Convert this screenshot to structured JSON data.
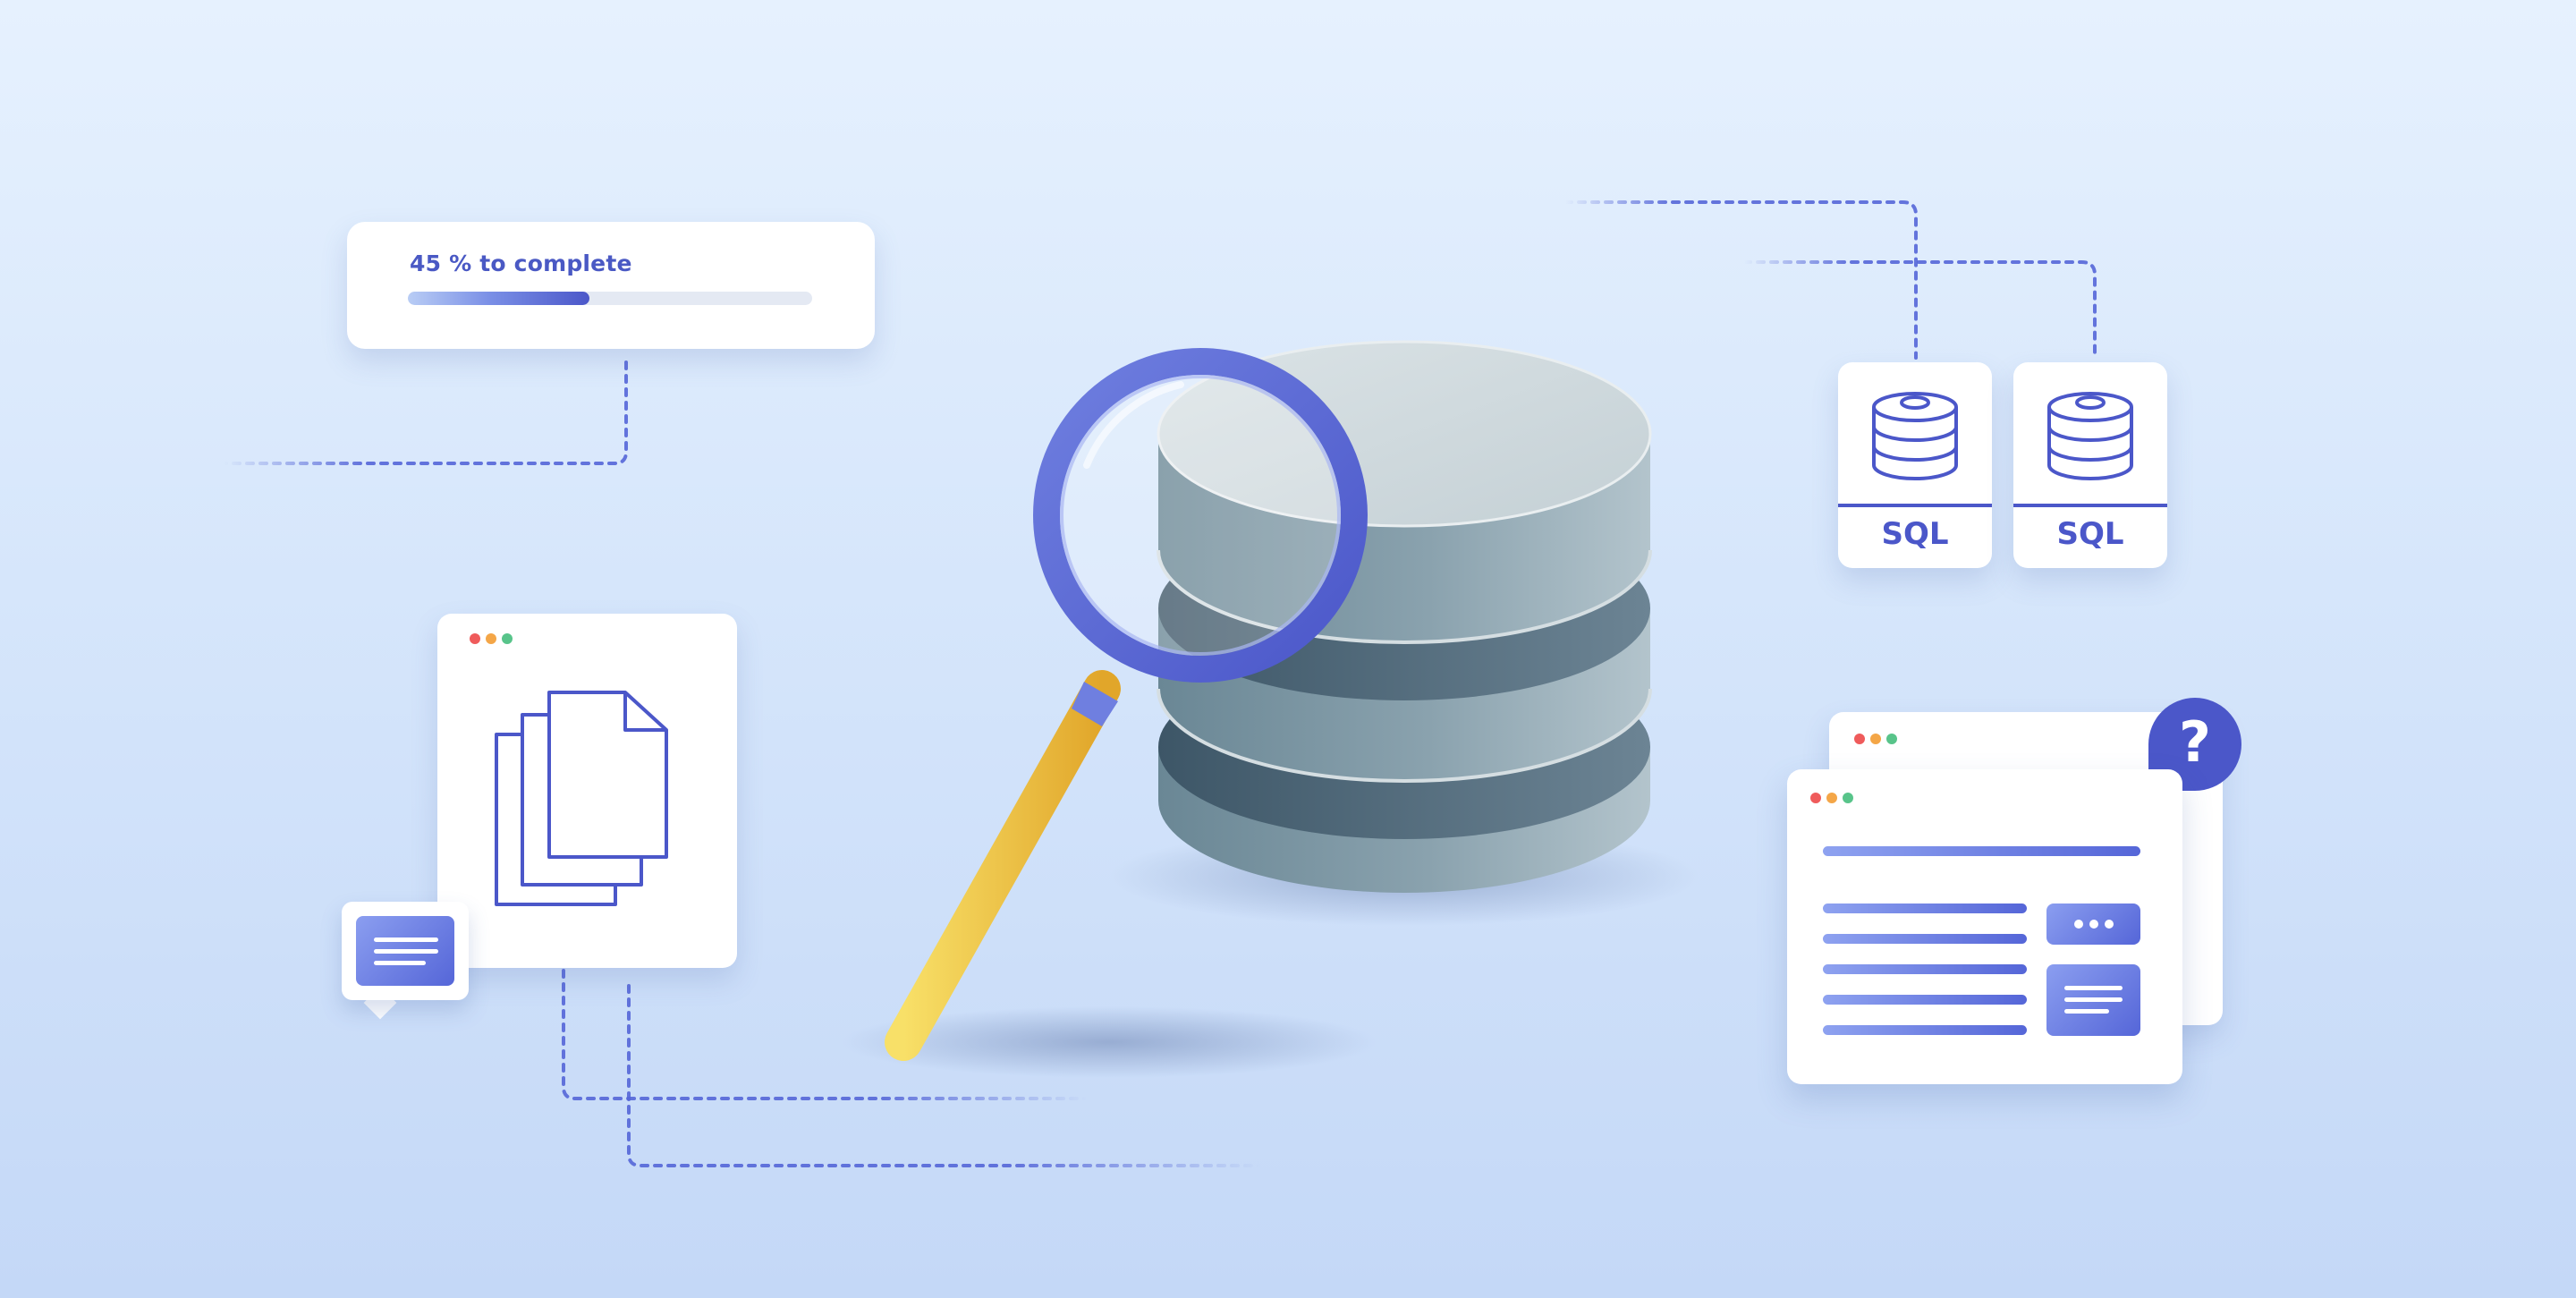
{
  "progress": {
    "label": "45 % to complete",
    "value_percent": 45
  },
  "sql_cards": [
    {
      "label": "SQL",
      "icon": "database-icon"
    },
    {
      "label": "SQL",
      "icon": "database-icon"
    }
  ],
  "help": {
    "symbol": "?"
  },
  "icons": {
    "documents": "documents-icon",
    "chat": "chat-bubble-icon",
    "magnifier": "magnifying-glass-icon",
    "database": "database-icon"
  },
  "colors": {
    "accent": "#4b57c9",
    "accent_light": "#8b9ef0",
    "magnifier_handle": "#f0bf3a",
    "database_body": "#7f97a4"
  }
}
